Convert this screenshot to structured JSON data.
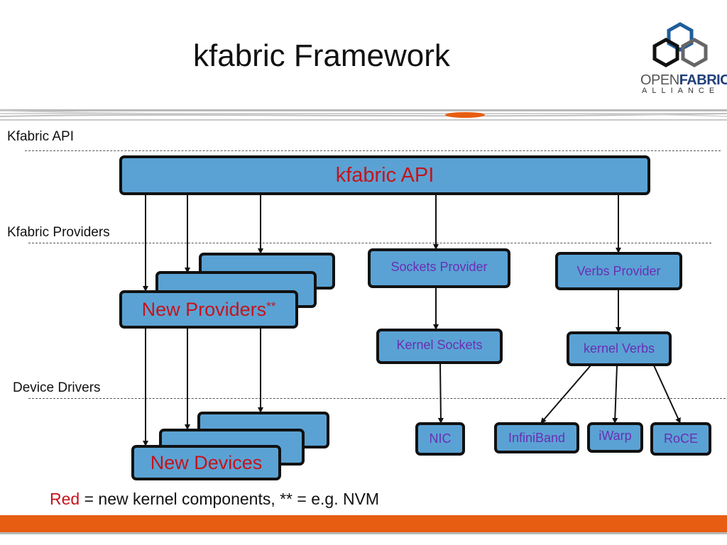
{
  "slide": {
    "title": "kfabric Framework",
    "logo": {
      "line1a": "OPEN",
      "line1b": "FABRICS",
      "line2": "ALLIANCE"
    }
  },
  "sections": {
    "api": "Kfabric API",
    "providers": "Kfabric Providers",
    "drivers": "Device Drivers"
  },
  "boxes": {
    "kfabric_api": "kfabric API",
    "new_providers": "New Providers",
    "new_providers_suffix": "**",
    "sockets_provider": "Sockets Provider",
    "verbs_provider": "Verbs Provider",
    "kernel_sockets": "Kernel Sockets",
    "kernel_verbs": "kernel Verbs",
    "new_devices": "New Devices",
    "nic": "NIC",
    "infiniband": "InfiniBand",
    "iwarp": "iWarp",
    "roce": "RoCE"
  },
  "legend": {
    "red_word": "Red",
    "text": " = new kernel components,  ** = e.g. NVM"
  },
  "colors": {
    "box_fill": "#5aa2d4",
    "box_border": "#111111",
    "new_component_text": "#c4141c",
    "provider_text": "#6a2fb4",
    "footer_bar": "#e75d12"
  }
}
